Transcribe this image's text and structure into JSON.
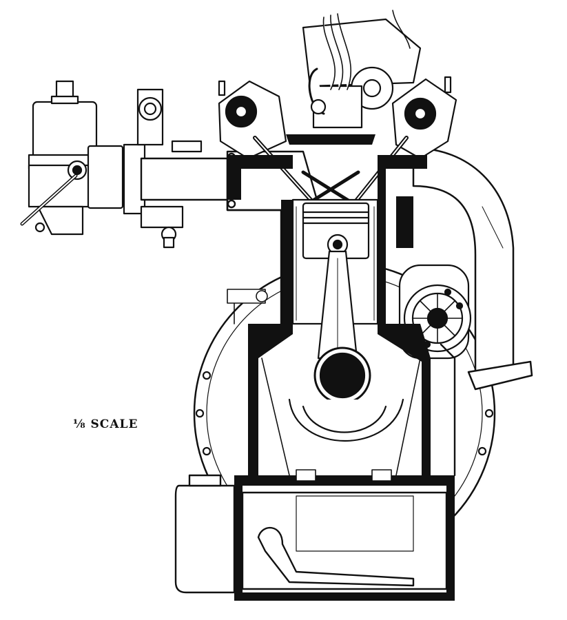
{
  "scale_label": "⅛ SCALE",
  "colors": {
    "ink": "#111111",
    "paper": "#ffffff",
    "cutaway_fill": "#111111"
  },
  "parts": [
    "carburettor",
    "air-cleaner",
    "intake-manifold",
    "distributor",
    "rocker-cover-left",
    "rocker-cover-right",
    "pushrods",
    "combustion-chamber",
    "piston",
    "connecting-rod",
    "crankshaft-journal",
    "crankcase",
    "flywheel-housing",
    "oil-sump",
    "oil-pickup",
    "exhaust-pipe",
    "generator"
  ]
}
